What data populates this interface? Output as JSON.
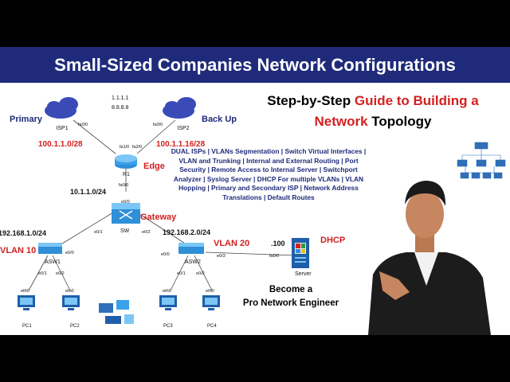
{
  "banner": {
    "title": "Small-Sized Companies Network Configurations",
    "bg": "#1f2b7a"
  },
  "headline": {
    "part1": "Step-by-Step",
    "part2": " Guide to Building a",
    "part3": "Network",
    "part4": " Topology",
    "accent": "#d32020"
  },
  "description": "DUAL ISPs | VLANs Segmentation | Switch Virtual Interfaces | VLAN and Trunking | Internal and External Routing | Port Security | Remote Access to Internal Server | Switchport Analyzer | Syslog Server | DHCP For multiple VLANs | VLAN Hopping | Primary and Secondary ISP | Network Address Translations | Default Routes",
  "promo": {
    "line1": "Become a",
    "line2": "Pro Network Engineer"
  },
  "diagram": {
    "dns": [
      "1.1.1.1",
      "8.8.8.8"
    ],
    "isp_primary": {
      "tag": "Primary",
      "name": "ISP1",
      "port": "fa0/0",
      "net": "100.1.1.0/28"
    },
    "isp_backup": {
      "tag": "Back Up",
      "name": "ISP2",
      "port": "fa0/0",
      "net": "100.1.1.16/28"
    },
    "router": {
      "name": "R1",
      "tag": "Edge",
      "ports": [
        "fa1/0",
        "fa2/0",
        "fa0/0"
      ]
    },
    "router_net": "10.1.1.0/24",
    "core": {
      "name": "SW",
      "tag": "Gateway",
      "ports": [
        "e0/0",
        "e0/1",
        "e0/2"
      ]
    },
    "vlan10": {
      "net": "192.168.1.0/24",
      "label": "VLAN 10",
      "switch": "ASW1",
      "ports": [
        "e0/0",
        "e0/1",
        "e0/2"
      ]
    },
    "vlan20": {
      "net": "192.168.2.0/24",
      "label": "VLAN 20",
      "switch": "ASW2",
      "ports": [
        "e0/0",
        "e0/3",
        "e0/1",
        "e0/2"
      ]
    },
    "server": {
      "name": "Server",
      "tag": "DHCP",
      "port": "fa0/0",
      "host": ".100"
    },
    "pcs": [
      {
        "name": "PC1",
        "port": "eth0"
      },
      {
        "name": "PC2",
        "port": "eth0"
      },
      {
        "name": "PC3",
        "port": "eth0"
      },
      {
        "name": "PC4",
        "port": "eth0"
      }
    ]
  }
}
